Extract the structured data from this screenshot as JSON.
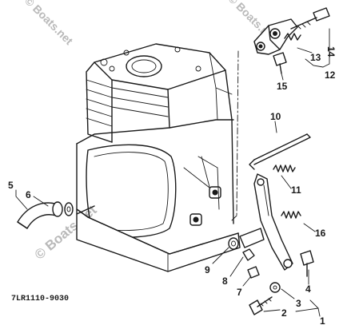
{
  "watermarks": {
    "top_left": "© Boats.net",
    "top_right": "© Boats.net",
    "bottom_left": "© Boats.net"
  },
  "part_number": "7LR1110-9030",
  "callouts": {
    "c1": "1",
    "c2": "2",
    "c3": "3",
    "c4": "4",
    "c5": "5",
    "c6": "6",
    "c7": "7",
    "c8": "8",
    "c9": "9",
    "c10": "10",
    "c11": "11",
    "c12": "12",
    "c13": "13",
    "c14": "14",
    "c15": "15",
    "c16": "16"
  },
  "colors": {
    "ink": "#1a1a1a",
    "watermark": "#b9b9b9",
    "paper": "#ffffff"
  }
}
